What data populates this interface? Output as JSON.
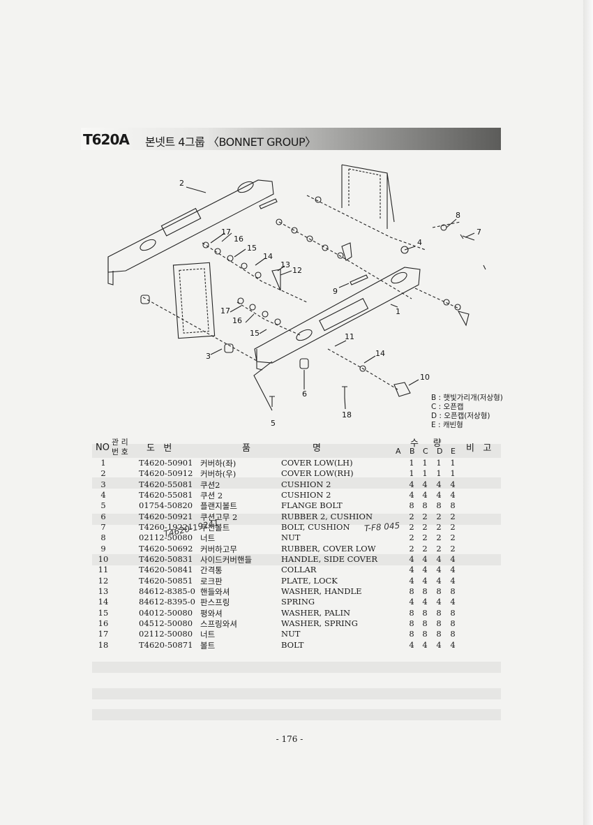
{
  "header": {
    "model": "T620A",
    "title": "본넷트 4그룹 〈BONNET GROUP〉"
  },
  "diagram": {
    "callouts": [
      "1",
      "2",
      "3",
      "4",
      "5",
      "6",
      "7",
      "8",
      "9",
      "10",
      "11",
      "12",
      "13",
      "14",
      "14",
      "15",
      "15",
      "16",
      "16",
      "17",
      "17",
      "18"
    ]
  },
  "legend": [
    "B : 햇빛가리개(저상형)",
    "C : 오픈캡",
    "D : 오픈캡(저상형)",
    "E : 캐빈형"
  ],
  "table": {
    "headers": {
      "no": "NO",
      "mgmt_top": "관 리",
      "mgmt_bottom": "번 호",
      "drawing": "도   번",
      "item": "품",
      "name": "명",
      "qty": "수     량",
      "remark": "비   고",
      "qty_cols": [
        "A",
        "B",
        "C",
        "D",
        "E"
      ]
    },
    "rows": [
      {
        "no": "1",
        "part": "T4620-50901",
        "kor": "커버하(좌)",
        "eng": "COVER LOW(LH)",
        "b": "1",
        "c": "1",
        "d": "1",
        "e": "1"
      },
      {
        "no": "2",
        "part": "T4620-50912",
        "kor": "커버하(우)",
        "eng": "COVER LOW(RH)",
        "b": "1",
        "c": "1",
        "d": "1",
        "e": "1"
      },
      {
        "no": "3",
        "part": "T4620-55081",
        "kor": "쿠션2",
        "eng": "CUSHION 2",
        "b": "4",
        "c": "4",
        "d": "4",
        "e": "4"
      },
      {
        "no": "4",
        "part": "T4620-55081",
        "kor": "쿠션 2",
        "eng": "CUSHION 2",
        "b": "4",
        "c": "4",
        "d": "4",
        "e": "4"
      },
      {
        "no": "5",
        "part": "01754-50820",
        "kor": "플랜지볼트",
        "eng": "FLANGE BOLT",
        "b": "8",
        "c": "8",
        "d": "8",
        "e": "8"
      },
      {
        "no": "6",
        "part": "T4620-50921",
        "kor": "쿠션고무 2",
        "eng": "RUBBER 2, CUSHION",
        "b": "2",
        "c": "2",
        "d": "2",
        "e": "2"
      },
      {
        "no": "7",
        "part": "T4260-19221",
        "kor": "쿠션볼트",
        "eng": "BOLT, CUSHION",
        "b": "2",
        "c": "2",
        "d": "2",
        "e": "2"
      },
      {
        "no": "8",
        "part": "02112-50080",
        "kor": "너트",
        "eng": "NUT",
        "b": "2",
        "c": "2",
        "d": "2",
        "e": "2"
      },
      {
        "no": "9",
        "part": "T4620-50692",
        "kor": "커버하고무",
        "eng": "RUBBER, COVER LOW",
        "b": "2",
        "c": "2",
        "d": "2",
        "e": "2"
      },
      {
        "no": "10",
        "part": "T4620-50831",
        "kor": "사이드커버핸들",
        "eng": "HANDLE, SIDE COVER",
        "b": "4",
        "c": "4",
        "d": "4",
        "e": "4"
      },
      {
        "no": "11",
        "part": "T4620-50841",
        "kor": "간격통",
        "eng": "COLLAR",
        "b": "4",
        "c": "4",
        "d": "4",
        "e": "4"
      },
      {
        "no": "12",
        "part": "T4620-50851",
        "kor": "로크판",
        "eng": "PLATE, LOCK",
        "b": "4",
        "c": "4",
        "d": "4",
        "e": "4"
      },
      {
        "no": "13",
        "part": "84612-8385-0",
        "kor": "핸들와셔",
        "eng": "WASHER, HANDLE",
        "b": "8",
        "c": "8",
        "d": "8",
        "e": "8"
      },
      {
        "no": "14",
        "part": "84612-8395-0",
        "kor": "판스프링",
        "eng": "SPRING",
        "b": "4",
        "c": "4",
        "d": "4",
        "e": "4"
      },
      {
        "no": "15",
        "part": "04012-50080",
        "kor": "평와셔",
        "eng": "WASHER, PALIN",
        "b": "8",
        "c": "8",
        "d": "8",
        "e": "8"
      },
      {
        "no": "16",
        "part": "04512-50080",
        "kor": "스프링와셔",
        "eng": "WASHER, SPRING",
        "b": "8",
        "c": "8",
        "d": "8",
        "e": "8"
      },
      {
        "no": "17",
        "part": "02112-50080",
        "kor": "너트",
        "eng": "NUT",
        "b": "8",
        "c": "8",
        "d": "8",
        "e": "8"
      },
      {
        "no": "18",
        "part": "T4620-50871",
        "kor": "볼트",
        "eng": "BOLT",
        "b": "4",
        "c": "4",
        "d": "4",
        "e": "4"
      }
    ]
  },
  "handwritten": {
    "note_row7_part": "T4620-19241",
    "note_row7_remark": "T-F8 045"
  },
  "page_number": "- 176 -"
}
